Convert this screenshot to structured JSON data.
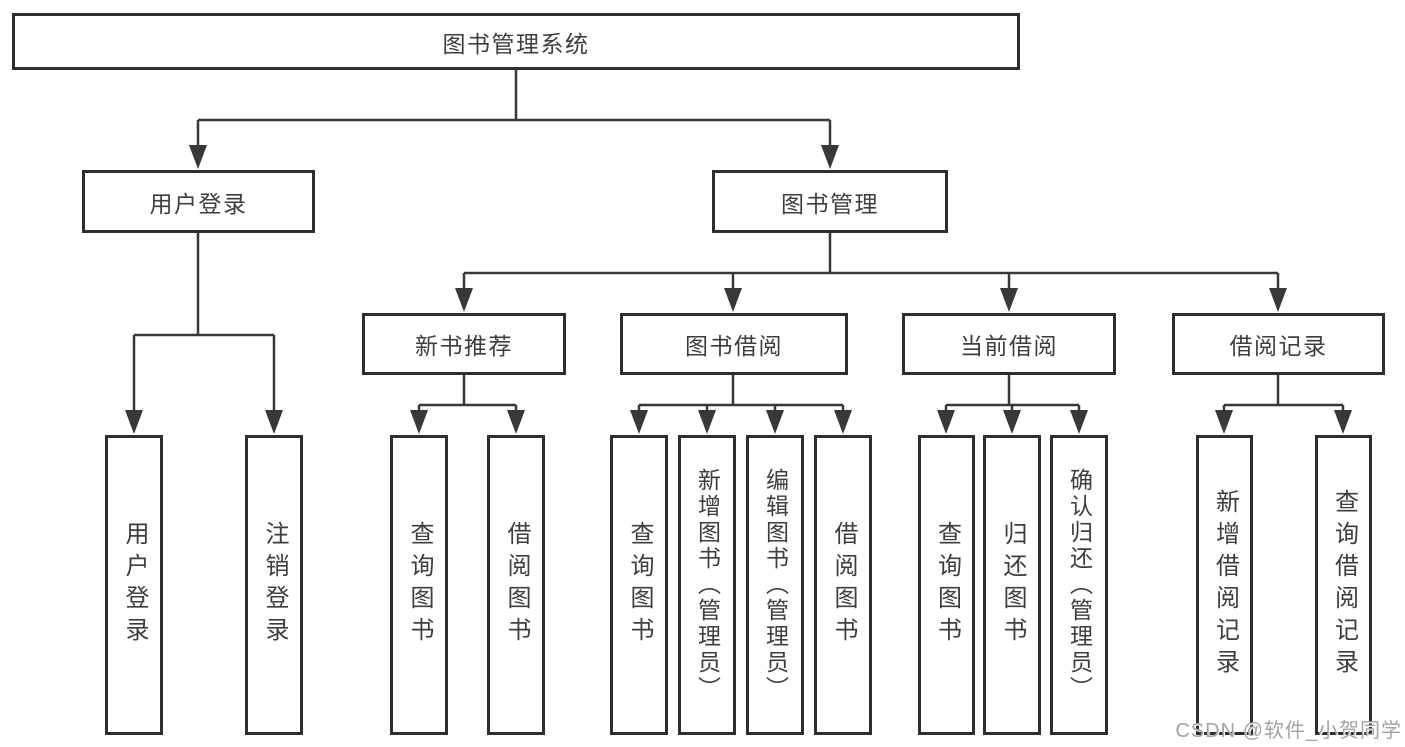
{
  "diagram": {
    "root": {
      "label": "图书管理系统"
    },
    "user_login": {
      "label": "用户登录",
      "children": [
        {
          "label": "用户登录"
        },
        {
          "label": "注销登录"
        }
      ]
    },
    "book_mgmt": {
      "label": "图书管理",
      "new_book_rec": {
        "label": "新书推荐",
        "children": [
          {
            "label": "查询图书"
          },
          {
            "label": "借阅图书"
          }
        ]
      },
      "book_borrow": {
        "label": "图书借阅",
        "children": [
          {
            "label": "查询图书"
          },
          {
            "label": "新增图书（管理员）"
          },
          {
            "label": "编辑图书（管理员）"
          },
          {
            "label": "借阅图书"
          }
        ]
      },
      "current_borrow": {
        "label": "当前借阅",
        "children": [
          {
            "label": "查询图书"
          },
          {
            "label": "归还图书"
          },
          {
            "label": "确认归还（管理员）"
          }
        ]
      },
      "borrow_records": {
        "label": "借阅记录",
        "children": [
          {
            "label": "新增借阅记录"
          },
          {
            "label": "查询借阅记录"
          }
        ]
      }
    }
  },
  "watermark": {
    "text": "CSDN @软件_小贺同学"
  },
  "colors": {
    "border": "#2e2e2e",
    "line": "#383838",
    "text": "#3e3e42",
    "watermark": "#a3a3a3",
    "background": "#ffffff"
  }
}
